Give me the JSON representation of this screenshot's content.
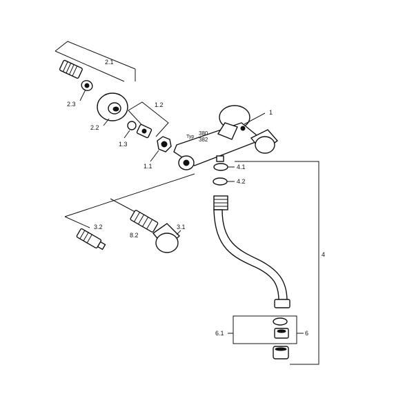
{
  "callouts": {
    "c2_1": "2.1",
    "c2_3": "2.3",
    "c2_2": "2.2",
    "c1_2": "1.2",
    "c1_3": "1.3",
    "c1_1": "1.1",
    "c1": "1",
    "typ": "Typ",
    "typ_a": "380",
    "typ_b": "382",
    "c4_1": "4.1",
    "c4_2": "4.2",
    "c4": "4",
    "c3_2": "3.2",
    "c8_2": "8.2",
    "c3_1": "3.1",
    "c6_1": "6.1",
    "c6": "6"
  }
}
